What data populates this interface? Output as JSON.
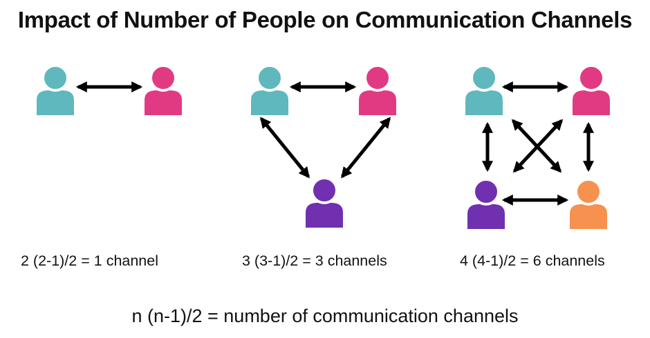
{
  "title": "Impact of Number of People on Communication Channels",
  "colors": {
    "teal": "#5fb8bd",
    "pink": "#e23a82",
    "purple": "#7030b0",
    "orange": "#f7914f",
    "arrow": "#000000"
  },
  "groups": [
    {
      "caption": "2 (2-1)/2 = 1 channel",
      "people": [
        "teal",
        "pink"
      ],
      "channels": 1
    },
    {
      "caption": "3 (3-1)/2 = 3 channels",
      "people": [
        "teal",
        "pink",
        "purple"
      ],
      "channels": 3
    },
    {
      "caption": "4 (4-1)/2 = 6 channels",
      "people": [
        "teal",
        "pink",
        "purple",
        "orange"
      ],
      "channels": 6
    }
  ],
  "formula": "n (n-1)/2 = number of communication channels"
}
